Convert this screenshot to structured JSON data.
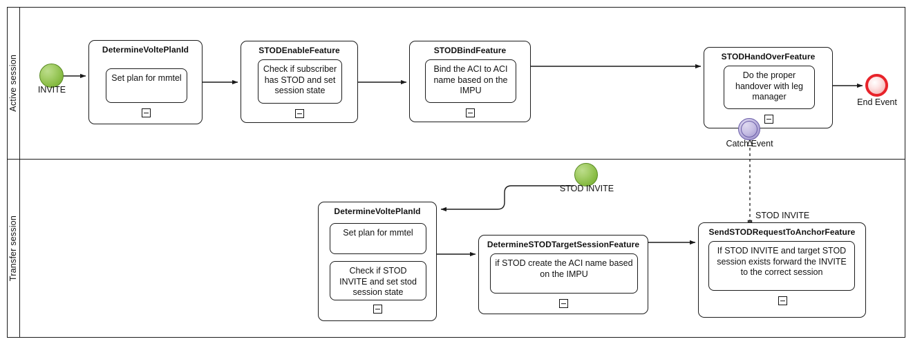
{
  "diagram": {
    "type": "bpmn-process-diagram",
    "pool": {
      "lanes": [
        {
          "id": "active",
          "label": "Active session"
        },
        {
          "id": "transfer",
          "label": "Transfer session"
        }
      ]
    }
  },
  "events": {
    "invite_start": {
      "label": "INVITE",
      "kind": "start-event",
      "color": "#8ec63f"
    },
    "stod_start": {
      "label": "STOD INVITE",
      "kind": "start-event",
      "color": "#8ec63f"
    },
    "end_event": {
      "label": "End Event",
      "kind": "end-event",
      "color": "#e8232a"
    },
    "catch_event": {
      "label": "Catch Event",
      "kind": "boundary-catch-event",
      "color": "#a89ed2"
    }
  },
  "subprocesses": {
    "determine_volte_plan_id_active": {
      "title": "DetermineVoltePlanId",
      "tasks": [
        "Set plan for mmtel"
      ],
      "marker": "collapsed-minus"
    },
    "stod_enable_feature": {
      "title": "STODEnableFeature",
      "tasks": [
        "Check if subscriber has STOD and set session state"
      ],
      "marker": "collapsed-minus"
    },
    "stod_bind_feature": {
      "title": "STODBindFeature",
      "tasks": [
        "Bind the ACI to ACI name based on the IMPU"
      ],
      "marker": "collapsed-minus"
    },
    "stod_handover_feature": {
      "title": "STODHandOverFeature",
      "tasks": [
        "Do the proper handover with leg manager"
      ],
      "marker": "collapsed-minus"
    },
    "determine_volte_plan_id_transfer": {
      "title": "DetermineVoltePlanId",
      "tasks": [
        "Set plan for mmtel",
        "Check if STOD INVITE and set stod session state"
      ],
      "marker": "collapsed-minus"
    },
    "determine_stod_target_session_feature": {
      "title": "DetermineSTODTargetSessionFeature",
      "tasks": [
        "if STOD create the ACI name based on the IMPU"
      ],
      "marker": "collapsed-minus"
    },
    "send_stod_request_to_anchor_feature": {
      "title": "SendSTODRequestToAnchorFeature",
      "tasks": [
        "If STOD INVITE and target STOD session exists forward the INVITE to the correct session"
      ],
      "marker": "collapsed-minus"
    }
  },
  "flows": {
    "message_flow_label": "STOD INVITE"
  }
}
